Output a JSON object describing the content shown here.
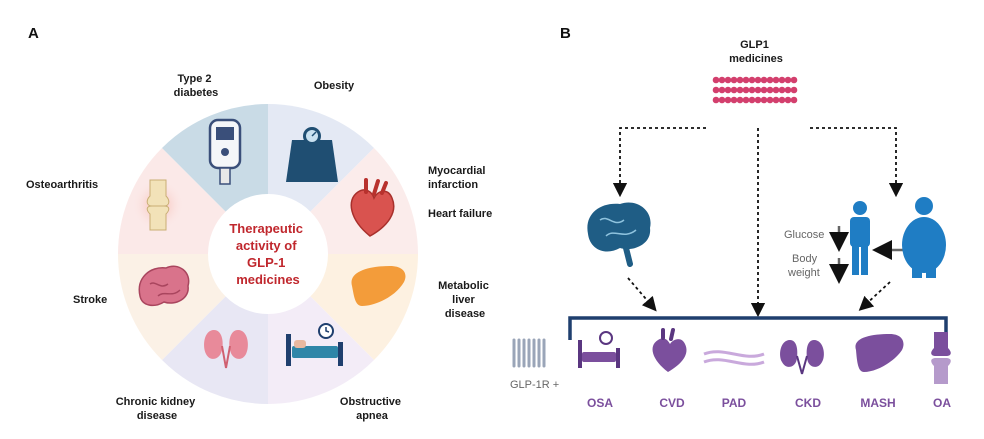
{
  "panels": {
    "a": "A",
    "b": "B"
  },
  "wheel": {
    "center_lines": [
      "Therapeutic",
      "activity of",
      "GLP-1",
      "medicines"
    ],
    "segments": {
      "type2_diabetes": [
        "Type 2",
        "diabetes"
      ],
      "obesity": [
        "Obesity"
      ],
      "myocardial_infarction": [
        "Myocardial",
        "infarction"
      ],
      "heart_failure": [
        "Heart failure"
      ],
      "metabolic_liver": [
        "Metabolic",
        "liver",
        "disease"
      ],
      "obstructive_apnea": [
        "Obstructive",
        "apnea"
      ],
      "chronic_kidney": [
        "Chronic kidney",
        "disease"
      ],
      "stroke": [
        "Stroke"
      ],
      "osteoarthritis": [
        "Osteoarthritis"
      ]
    },
    "colors": {
      "seg_blue": "#dfe6f1",
      "seg_pink": "#fbe9e8",
      "seg_orange": "#fdf1e1",
      "seg_lavender": "#ece9f5",
      "seg_highlight": "#c9dbe6",
      "center_text": "#c0272d"
    }
  },
  "diagram_b": {
    "title_lines": [
      "GLP1",
      "medicines"
    ],
    "glucose": "Glucose",
    "body_weight_lines": [
      "Body",
      "weight"
    ],
    "receptor": "GLP-1R +",
    "outcomes": [
      "OSA",
      "CVD",
      "PAD",
      "CKD",
      "MASH",
      "OA"
    ],
    "colors": {
      "bead": "#d33f6d",
      "bracket": "#1f3f6e",
      "outcome": "#7b4f9d",
      "person": "#1f7dc4"
    }
  }
}
